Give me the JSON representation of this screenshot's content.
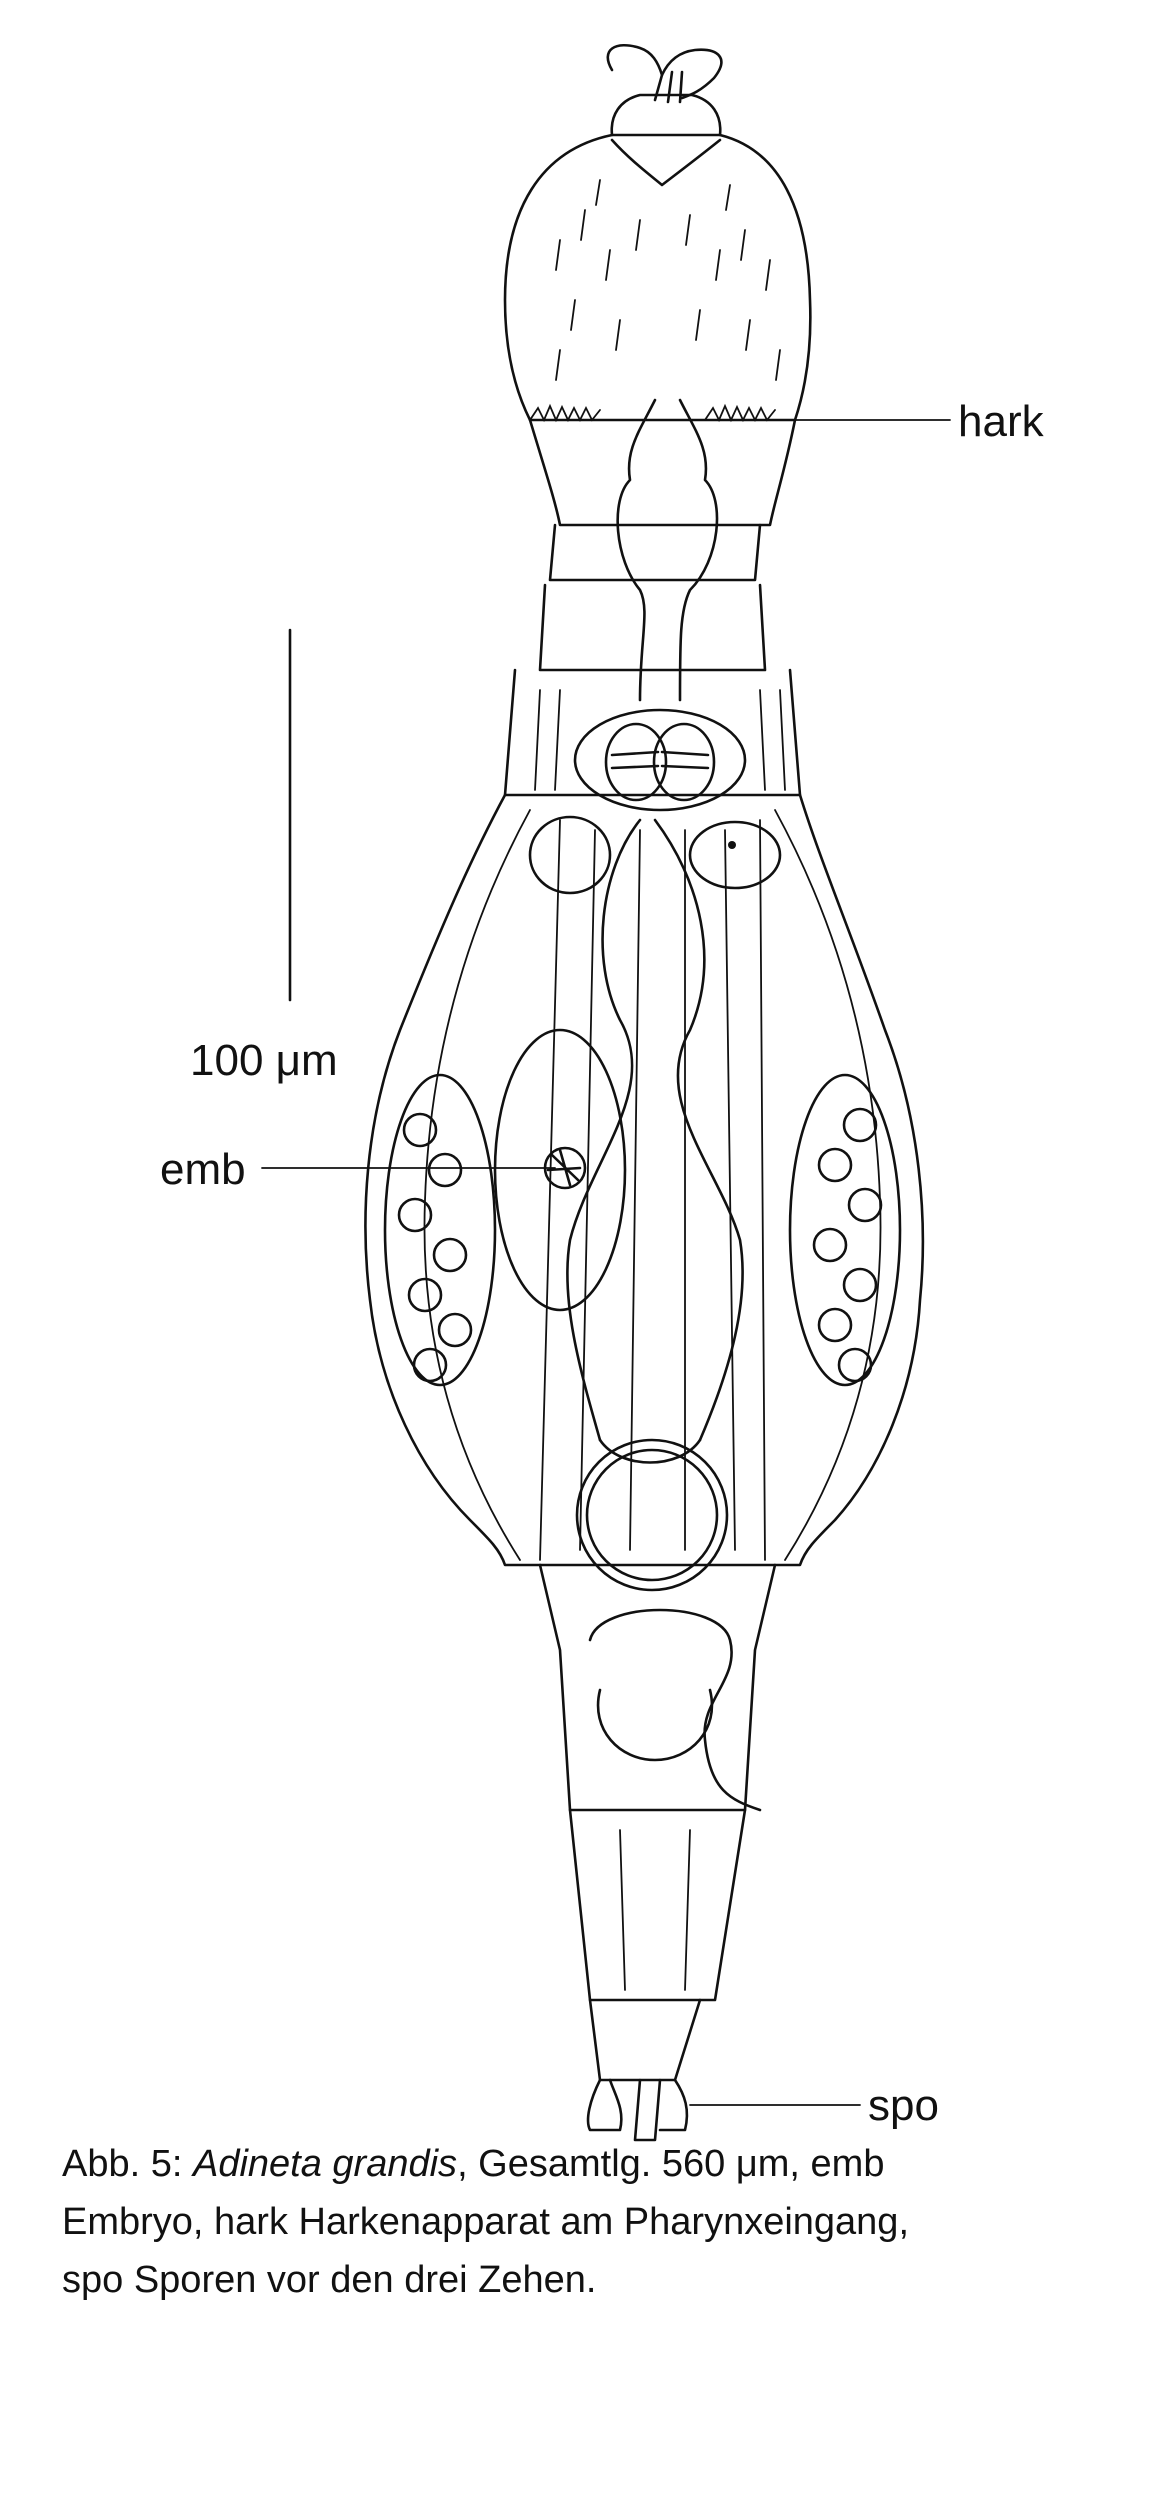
{
  "labels": {
    "hark": "hark",
    "emb": "emb",
    "spo": "spo",
    "scale": "100 μm"
  },
  "caption": {
    "prefix": "Abb. 5: ",
    "species": "Adineta grandis",
    "line1_rest": ", Gesamtlg. 560 μm, emb",
    "line2": "Embryo, hark Harkenapparat am Pharynxeingang,",
    "line3": "spo Sporen vor den drei Zehen."
  }
}
